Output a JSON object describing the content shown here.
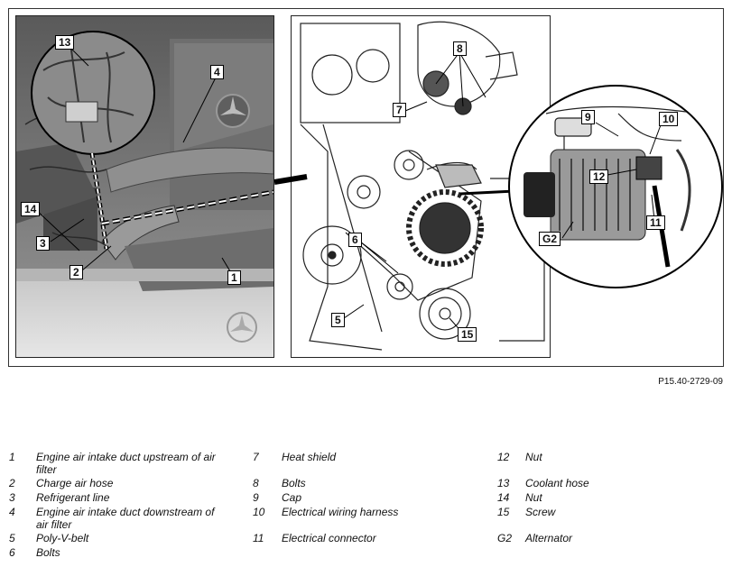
{
  "figure": {
    "callouts": {
      "c13": "13",
      "c4": "4",
      "c14": "14",
      "c3": "3",
      "c2": "2",
      "c1": "1",
      "c8": "8",
      "c7": "7",
      "c6": "6",
      "c5": "5",
      "c15": "15",
      "c9": "9",
      "c10": "10",
      "c12": "12",
      "c11": "11",
      "cG2": "G2"
    },
    "reference": "P15.40-2729-09"
  },
  "legend": {
    "columns": [
      [
        {
          "num": "1",
          "text": "Engine air intake duct upstream of air filter"
        },
        {
          "num": "2",
          "text": "Charge air hose"
        },
        {
          "num": "3",
          "text": "Refrigerant line"
        },
        {
          "num": "4",
          "text": "Engine air intake duct downstream of air filter"
        },
        {
          "num": "5",
          "text": "Poly-V-belt"
        },
        {
          "num": "6",
          "text": "Bolts"
        }
      ],
      [
        {
          "num": "7",
          "text": "Heat shield"
        },
        {
          "num": "8",
          "text": "Bolts"
        },
        {
          "num": "9",
          "text": "Cap"
        },
        {
          "num": "10",
          "text": "Electrical wiring harness"
        },
        {
          "num": "11",
          "text": "Electrical connector"
        }
      ],
      [
        {
          "num": "12",
          "text": "Nut"
        },
        {
          "num": "13",
          "text": "Coolant hose"
        },
        {
          "num": "14",
          "text": "Nut"
        },
        {
          "num": "15",
          "text": "Screw"
        },
        {
          "num": "G2",
          "text": "Alternator"
        }
      ]
    ]
  }
}
